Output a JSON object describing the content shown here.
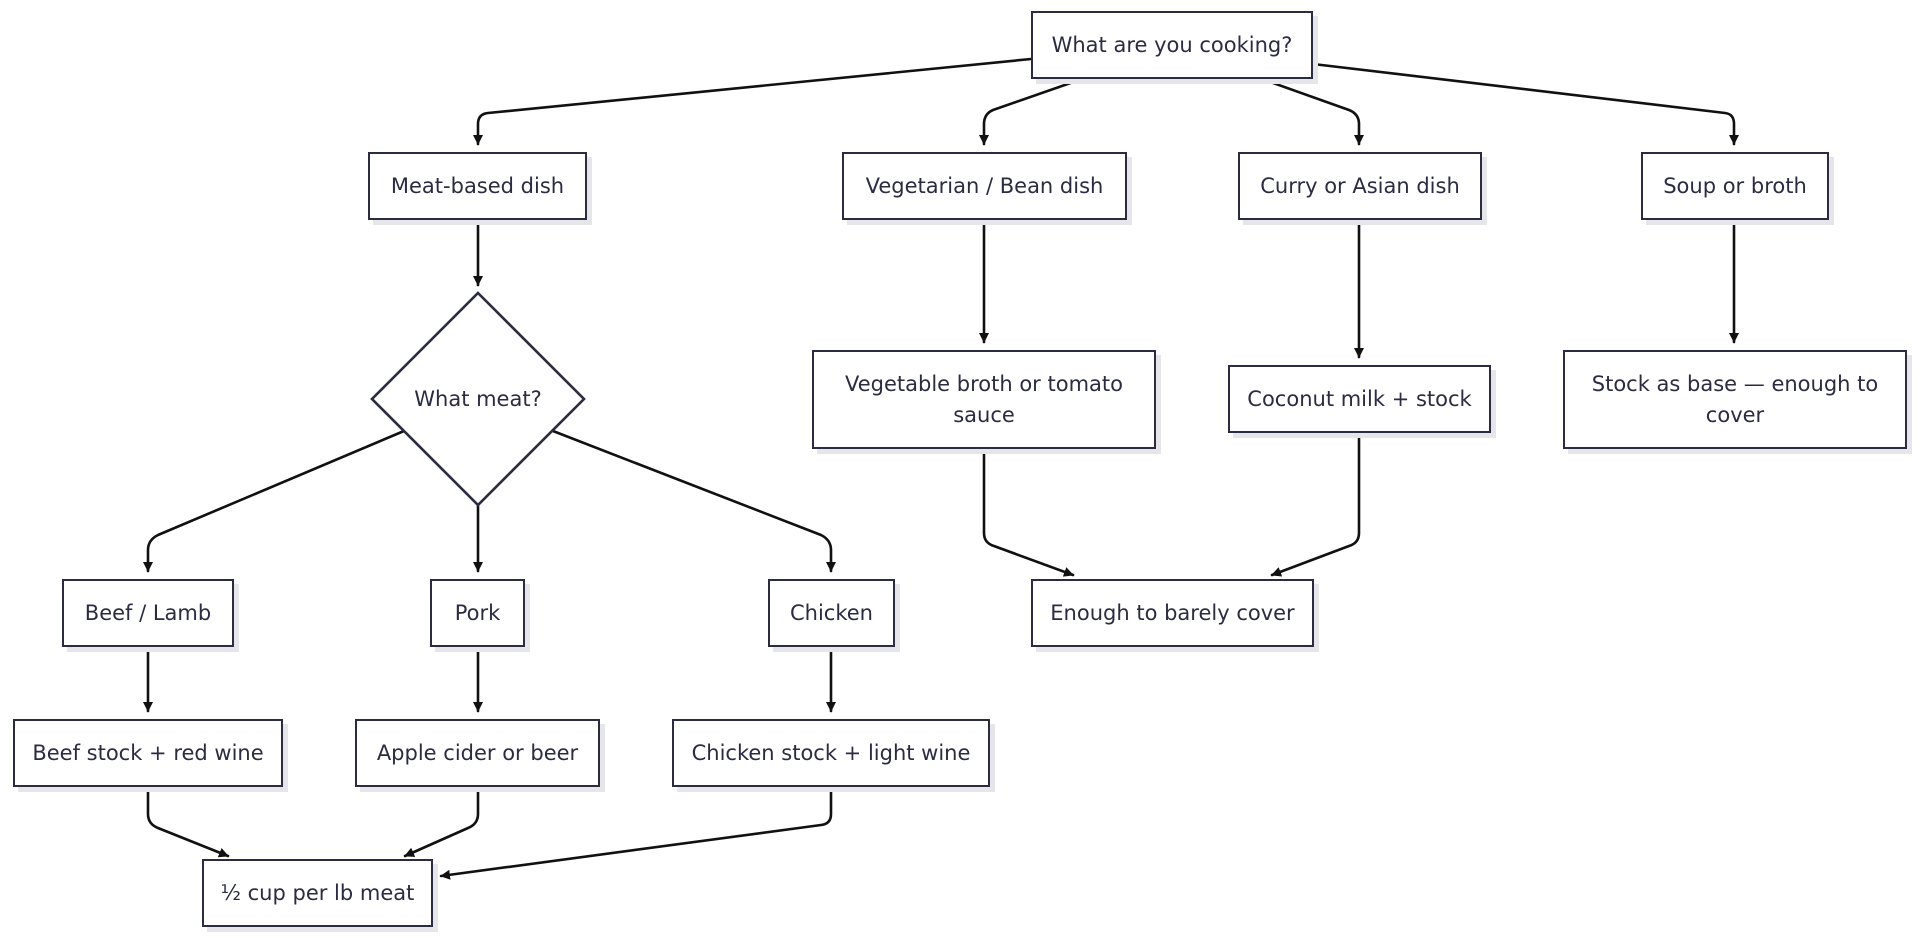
{
  "flowchart": {
    "nodes": [
      {
        "id": "start",
        "label": "What are you cooking?",
        "shape": "rect"
      },
      {
        "id": "meat",
        "label": "Meat-based dish",
        "shape": "rect"
      },
      {
        "id": "veg",
        "label": "Vegetarian / Bean dish",
        "shape": "rect"
      },
      {
        "id": "curry",
        "label": "Curry or Asian dish",
        "shape": "rect"
      },
      {
        "id": "soup",
        "label": "Soup or broth",
        "shape": "rect"
      },
      {
        "id": "which_meat",
        "label": "What meat?",
        "shape": "diamond"
      },
      {
        "id": "veg_liquid",
        "label": "Vegetable broth or tomato sauce",
        "shape": "rect"
      },
      {
        "id": "curry_liquid",
        "label": "Coconut milk + stock",
        "shape": "rect"
      },
      {
        "id": "soup_liquid",
        "label": "Stock as base — enough to cover",
        "shape": "rect"
      },
      {
        "id": "beef",
        "label": "Beef / Lamb",
        "shape": "rect"
      },
      {
        "id": "pork",
        "label": "Pork",
        "shape": "rect"
      },
      {
        "id": "chicken",
        "label": "Chicken",
        "shape": "rect"
      },
      {
        "id": "barely_cover",
        "label": "Enough to barely cover",
        "shape": "rect"
      },
      {
        "id": "beef_liquid",
        "label": "Beef stock + red wine",
        "shape": "rect"
      },
      {
        "id": "pork_liquid",
        "label": "Apple cider or beer",
        "shape": "rect"
      },
      {
        "id": "chicken_liquid",
        "label": "Chicken stock + light wine",
        "shape": "rect"
      },
      {
        "id": "half_cup",
        "label": "½ cup per lb meat",
        "shape": "rect"
      }
    ],
    "edges": [
      {
        "from": "start",
        "to": "meat"
      },
      {
        "from": "start",
        "to": "veg"
      },
      {
        "from": "start",
        "to": "curry"
      },
      {
        "from": "start",
        "to": "soup"
      },
      {
        "from": "meat",
        "to": "which_meat"
      },
      {
        "from": "veg",
        "to": "veg_liquid"
      },
      {
        "from": "curry",
        "to": "curry_liquid"
      },
      {
        "from": "soup",
        "to": "soup_liquid"
      },
      {
        "from": "which_meat",
        "to": "beef"
      },
      {
        "from": "which_meat",
        "to": "pork"
      },
      {
        "from": "which_meat",
        "to": "chicken"
      },
      {
        "from": "veg_liquid",
        "to": "barely_cover"
      },
      {
        "from": "curry_liquid",
        "to": "barely_cover"
      },
      {
        "from": "beef",
        "to": "beef_liquid"
      },
      {
        "from": "pork",
        "to": "pork_liquid"
      },
      {
        "from": "chicken",
        "to": "chicken_liquid"
      },
      {
        "from": "beef_liquid",
        "to": "half_cup"
      },
      {
        "from": "pork_liquid",
        "to": "half_cup"
      },
      {
        "from": "chicken_liquid",
        "to": "half_cup"
      }
    ],
    "colors": {
      "node_border": "#2b2b42",
      "node_text": "#2b2b42",
      "node_fill": "#ffffff",
      "node_shadow": "#e6e6ea",
      "edge": "#111111"
    }
  }
}
